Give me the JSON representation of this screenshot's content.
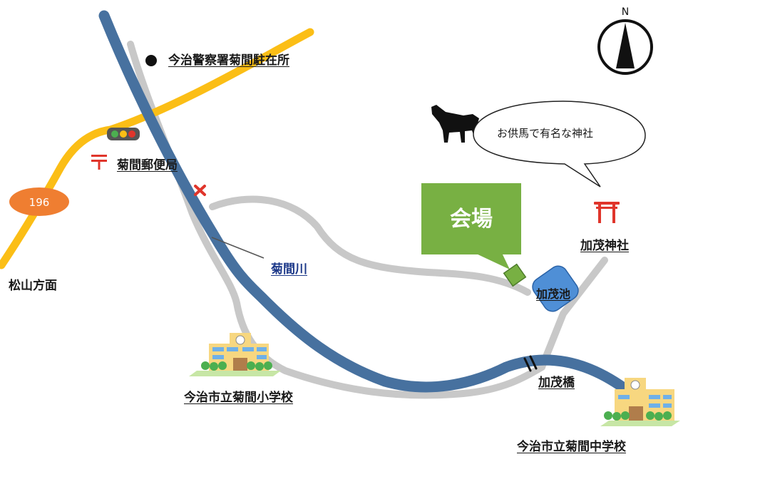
{
  "compass": {
    "north_label": "N"
  },
  "route": {
    "number": "196"
  },
  "labels": {
    "police": "今治警察署菊間駐在所",
    "post_office": "菊間郵便局",
    "matsuyama": "松山方面",
    "river": "菊間川",
    "elementary_school": "今治市立菊間小学校",
    "junior_high": "今治市立菊間中学校",
    "bridge": "加茂橋",
    "pond": "加茂池",
    "shrine": "加茂神社",
    "venue": "会場",
    "speech": "お供馬で有名な神社"
  },
  "colors": {
    "river": "#47719f",
    "main_road": "#fbbe16",
    "side_road": "#c8c8c8",
    "route_badge": "#ef7e31",
    "venue": "#78b043",
    "pond": "#4f8fd6",
    "shrine_gate": "#e0352b",
    "post_mark": "#e0352b",
    "closed_mark": "#e0352b"
  },
  "icons": {
    "police": "filled-circle-icon",
    "post_office": "post-office-mark-icon",
    "traffic_light": "traffic-light-icon",
    "shrine": "torii-gate-icon",
    "horse": "horse-icon",
    "school": "school-building-icon",
    "closed": "x-mark-icon",
    "bridge": "bridge-icon",
    "compass": "compass-icon"
  }
}
